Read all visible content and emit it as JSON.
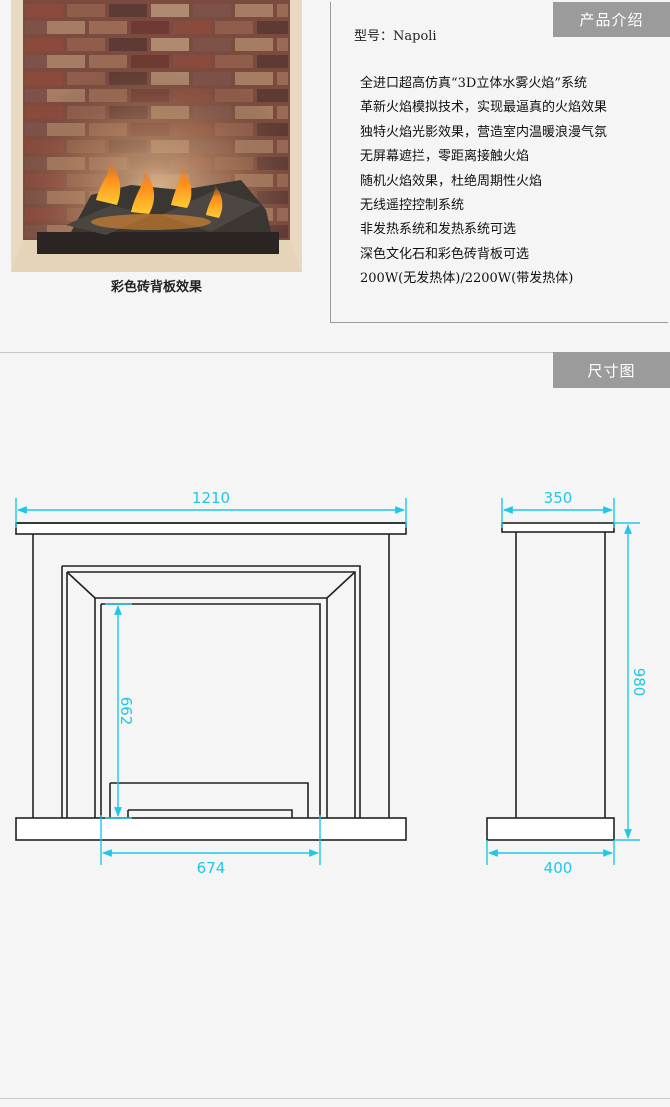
{
  "photo": {
    "caption": "彩色砖背板效果"
  },
  "intro": {
    "tab_label": "产品介绍",
    "model_line": "型号：Napoli",
    "features": [
      "全进口超高仿真“3D立体水雾火焰”系统",
      "革新火焰模拟技术，实现最逼真的火焰效果",
      "独特火焰光影效果，营造室内温暖浪漫气氛",
      "无屏幕遮拦，零距离接触火焰",
      "随机火焰效果，杜绝周期性火焰",
      "无线遥控控制系统",
      "非发热系统和发热系统可选",
      "深色文化石和彩色砖背板可选",
      "200W(无发热体)/2200W(带发热体)"
    ]
  },
  "dimensions": {
    "tab_label": "尺寸图",
    "overall_width": "1210",
    "opening_width": "674",
    "opening_height": "662",
    "depth_top": "350",
    "depth_base": "400",
    "overall_height": "980"
  },
  "colors": {
    "dimension": "#1ec8e6",
    "tab": "#9b9b9b"
  }
}
